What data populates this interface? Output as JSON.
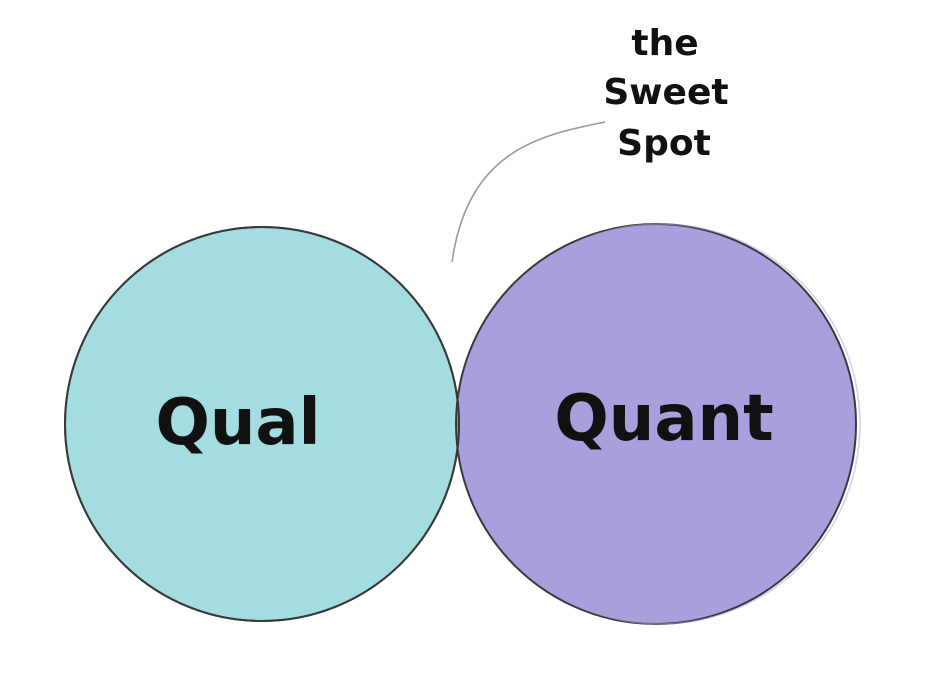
{
  "diagram": {
    "left_circle": {
      "label": "Qual",
      "color": "#a3dde0"
    },
    "right_circle": {
      "label": "Quant",
      "color": "#a89fdd"
    },
    "overlap": {
      "color": "#9c9ad6",
      "hatch_color": "#5d5fae"
    },
    "annotation": {
      "lines": [
        "the",
        "Sweet",
        "Spot"
      ]
    },
    "outline_color": "#3a3a3a"
  }
}
